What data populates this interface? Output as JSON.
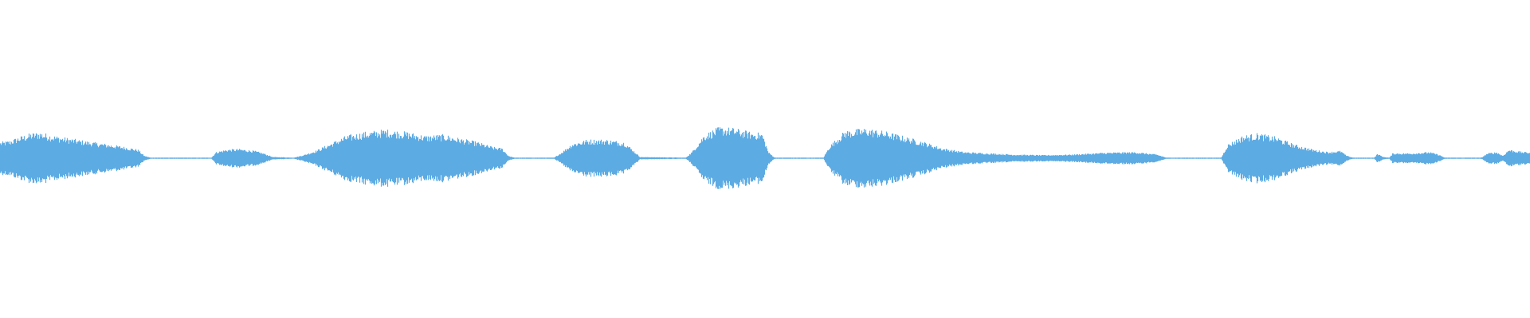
{
  "waveform": {
    "color": "#5dabe3",
    "background": "#ffffff",
    "amplitude_envelope": [
      [
        0.0,
        0.26
      ],
      [
        0.006,
        0.28
      ],
      [
        0.012,
        0.34
      ],
      [
        0.02,
        0.4
      ],
      [
        0.026,
        0.42
      ],
      [
        0.032,
        0.38
      ],
      [
        0.04,
        0.34
      ],
      [
        0.05,
        0.3
      ],
      [
        0.06,
        0.26
      ],
      [
        0.072,
        0.22
      ],
      [
        0.082,
        0.18
      ],
      [
        0.09,
        0.14
      ],
      [
        0.094,
        0.04
      ],
      [
        0.098,
        0.01
      ],
      [
        0.138,
        0.01
      ],
      [
        0.141,
        0.1
      ],
      [
        0.148,
        0.14
      ],
      [
        0.156,
        0.15
      ],
      [
        0.166,
        0.12
      ],
      [
        0.172,
        0.08
      ],
      [
        0.178,
        0.02
      ],
      [
        0.192,
        0.01
      ],
      [
        0.198,
        0.05
      ],
      [
        0.206,
        0.12
      ],
      [
        0.216,
        0.24
      ],
      [
        0.226,
        0.36
      ],
      [
        0.238,
        0.42
      ],
      [
        0.252,
        0.46
      ],
      [
        0.266,
        0.42
      ],
      [
        0.278,
        0.36
      ],
      [
        0.29,
        0.38
      ],
      [
        0.3,
        0.32
      ],
      [
        0.312,
        0.26
      ],
      [
        0.322,
        0.18
      ],
      [
        0.328,
        0.16
      ],
      [
        0.332,
        0.04
      ],
      [
        0.336,
        0.01
      ],
      [
        0.362,
        0.01
      ],
      [
        0.366,
        0.08
      ],
      [
        0.374,
        0.24
      ],
      [
        0.384,
        0.3
      ],
      [
        0.396,
        0.3
      ],
      [
        0.408,
        0.26
      ],
      [
        0.414,
        0.12
      ],
      [
        0.418,
        0.02
      ],
      [
        0.448,
        0.01
      ],
      [
        0.452,
        0.1
      ],
      [
        0.46,
        0.38
      ],
      [
        0.47,
        0.5
      ],
      [
        0.48,
        0.48
      ],
      [
        0.49,
        0.42
      ],
      [
        0.498,
        0.4
      ],
      [
        0.502,
        0.1
      ],
      [
        0.506,
        0.01
      ],
      [
        0.538,
        0.01
      ],
      [
        0.542,
        0.2
      ],
      [
        0.552,
        0.44
      ],
      [
        0.566,
        0.48
      ],
      [
        0.58,
        0.42
      ],
      [
        0.592,
        0.34
      ],
      [
        0.604,
        0.26
      ],
      [
        0.616,
        0.16
      ],
      [
        0.63,
        0.1
      ],
      [
        0.646,
        0.08
      ],
      [
        0.662,
        0.06
      ],
      [
        0.682,
        0.05
      ],
      [
        0.7,
        0.06
      ],
      [
        0.722,
        0.09
      ],
      [
        0.742,
        0.1
      ],
      [
        0.756,
        0.06
      ],
      [
        0.762,
        0.01
      ],
      [
        0.798,
        0.01
      ],
      [
        0.802,
        0.22
      ],
      [
        0.812,
        0.36
      ],
      [
        0.822,
        0.4
      ],
      [
        0.834,
        0.34
      ],
      [
        0.846,
        0.22
      ],
      [
        0.858,
        0.14
      ],
      [
        0.868,
        0.1
      ],
      [
        0.876,
        0.12
      ],
      [
        0.88,
        0.04
      ],
      [
        0.884,
        0.01
      ],
      [
        0.898,
        0.01
      ],
      [
        0.9,
        0.07
      ],
      [
        0.904,
        0.02
      ],
      [
        0.908,
        0.01
      ],
      [
        0.91,
        0.08
      ],
      [
        0.922,
        0.08
      ],
      [
        0.934,
        0.1
      ],
      [
        0.94,
        0.06
      ],
      [
        0.944,
        0.01
      ],
      [
        0.968,
        0.01
      ],
      [
        0.972,
        0.08
      ],
      [
        0.978,
        0.1
      ],
      [
        0.982,
        0.04
      ],
      [
        0.986,
        0.14
      ],
      [
        0.99,
        0.12
      ],
      [
        0.996,
        0.1
      ],
      [
        1.0,
        0.1
      ]
    ]
  }
}
